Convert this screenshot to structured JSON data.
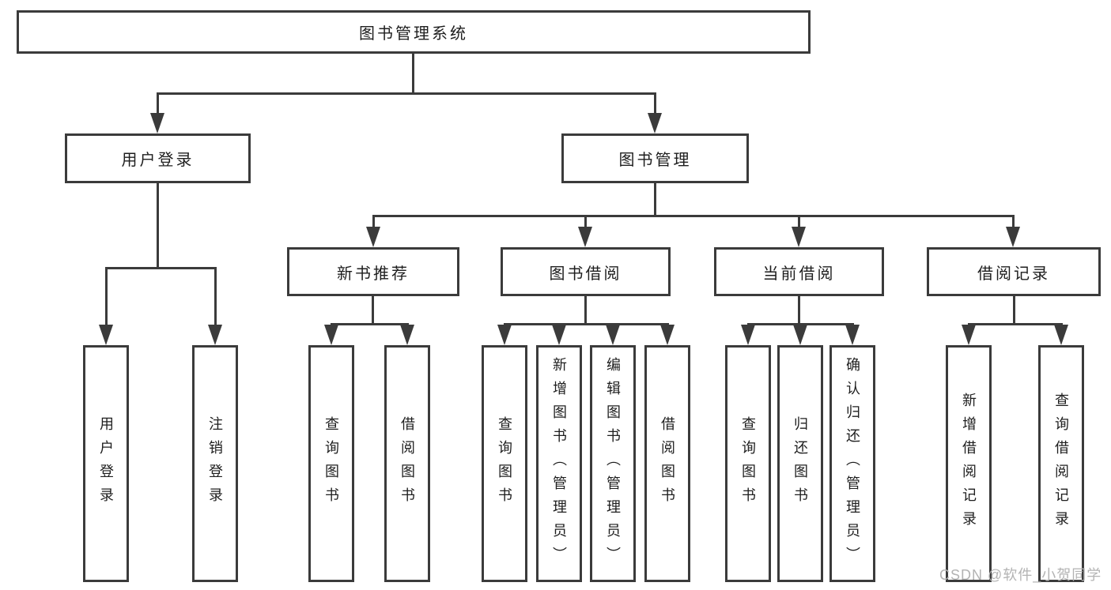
{
  "diagram": {
    "title_node": "图书管理系统",
    "branches": [
      {
        "label": "用户登录",
        "leaves": [
          {
            "label": "用户登录"
          },
          {
            "label": "注销登录"
          }
        ]
      },
      {
        "label": "图书管理",
        "groups": [
          {
            "label": "新书推荐",
            "leaves": [
              {
                "label": "查询图书"
              },
              {
                "label": "借阅图书"
              }
            ]
          },
          {
            "label": "图书借阅",
            "leaves": [
              {
                "label": "查询图书"
              },
              {
                "label": "新增图书（管理员）"
              },
              {
                "label": "编辑图书（管理员）"
              },
              {
                "label": "借阅图书"
              }
            ]
          },
          {
            "label": "当前借阅",
            "leaves": [
              {
                "label": "查询图书"
              },
              {
                "label": "归还图书"
              },
              {
                "label": "确认归还（管理员）"
              }
            ]
          },
          {
            "label": "借阅记录",
            "leaves": [
              {
                "label": "新增借阅记录"
              },
              {
                "label": "查询借阅记录"
              }
            ]
          }
        ]
      }
    ]
  },
  "watermark": {
    "text": "CSDN @软件_小贺同学"
  },
  "colors": {
    "line": "#3b3b3b",
    "text": "#1e1e1e",
    "background": "#ffffff",
    "watermark": "#b3b3b3"
  }
}
